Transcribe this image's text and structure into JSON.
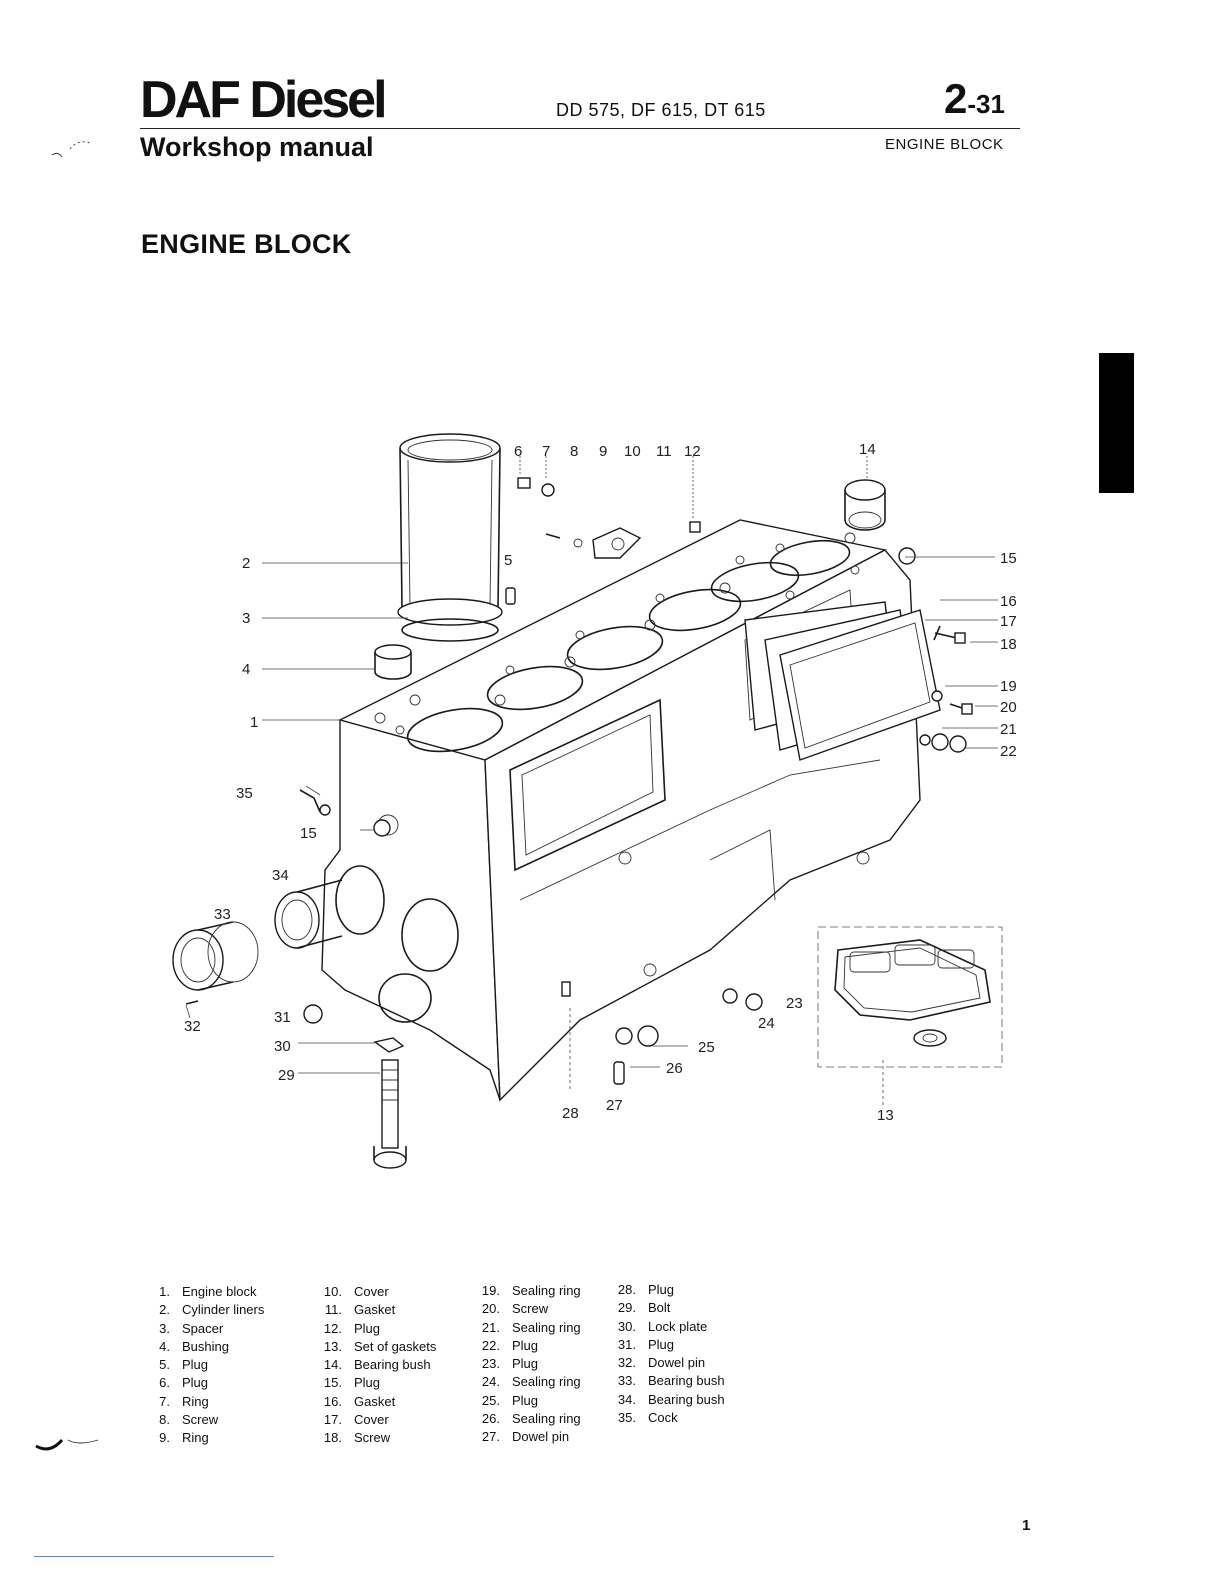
{
  "header": {
    "brand": "DAF Diesel",
    "subtitle": "Workshop manual",
    "models": "DD 575, DF 615, DT 615",
    "page_main": "2",
    "page_sub": "-31",
    "section": "ENGINE BLOCK"
  },
  "heading": "ENGINE BLOCK",
  "diagram_labels": {
    "l1": "1",
    "l2": "2",
    "l3": "3",
    "l4": "4",
    "l5": "5",
    "l6": "6",
    "l7": "7",
    "l8": "8",
    "l9": "9",
    "l10": "10",
    "l11": "11",
    "l12": "12",
    "l13": "13",
    "l14": "14",
    "l15a": "15",
    "l15b": "15",
    "l16": "16",
    "l17": "17",
    "l18": "18",
    "l19": "19",
    "l20": "20",
    "l21": "21",
    "l22": "22",
    "l23": "23",
    "l24": "24",
    "l25": "25",
    "l26": "26",
    "l27": "27",
    "l28": "28",
    "l29": "29",
    "l30": "30",
    "l31": "31",
    "l32": "32",
    "l33": "33",
    "l34": "34",
    "l35": "35"
  },
  "legend": {
    "col1": [
      {
        "n": "1.",
        "t": "Engine block"
      },
      {
        "n": "2.",
        "t": "Cylinder liners"
      },
      {
        "n": "3.",
        "t": "Spacer"
      },
      {
        "n": "4.",
        "t": "Bushing"
      },
      {
        "n": "5.",
        "t": "Plug"
      },
      {
        "n": "6.",
        "t": "Plug"
      },
      {
        "n": "7.",
        "t": "Ring"
      },
      {
        "n": "8.",
        "t": "Screw"
      },
      {
        "n": "9.",
        "t": "Ring"
      }
    ],
    "col2": [
      {
        "n": "10.",
        "t": "Cover"
      },
      {
        "n": "11.",
        "t": "Gasket"
      },
      {
        "n": "12.",
        "t": "Plug"
      },
      {
        "n": "13.",
        "t": "Set of gaskets"
      },
      {
        "n": "14.",
        "t": "Bearing bush"
      },
      {
        "n": "15.",
        "t": "Plug"
      },
      {
        "n": "16.",
        "t": "Gasket"
      },
      {
        "n": "17.",
        "t": "Cover"
      },
      {
        "n": "18.",
        "t": "Screw"
      }
    ],
    "col3": [
      {
        "n": "19.",
        "t": "Sealing ring"
      },
      {
        "n": "20.",
        "t": "Screw"
      },
      {
        "n": "21.",
        "t": "Sealing ring"
      },
      {
        "n": "22.",
        "t": "Plug"
      },
      {
        "n": "23.",
        "t": "Plug"
      },
      {
        "n": "24.",
        "t": "Sealing ring"
      },
      {
        "n": "25.",
        "t": "Plug"
      },
      {
        "n": "26.",
        "t": "Sealing ring"
      },
      {
        "n": "27.",
        "t": "Dowel pin"
      }
    ],
    "col4": [
      {
        "n": "28.",
        "t": "Plug"
      },
      {
        "n": "29.",
        "t": "Bolt"
      },
      {
        "n": "30.",
        "t": "Lock plate"
      },
      {
        "n": "31.",
        "t": "Plug"
      },
      {
        "n": "32.",
        "t": "Dowel pin"
      },
      {
        "n": "33.",
        "t": "Bearing bush"
      },
      {
        "n": "34.",
        "t": "Bearing bush"
      },
      {
        "n": "35.",
        "t": "Cock"
      }
    ]
  },
  "folio": "1"
}
